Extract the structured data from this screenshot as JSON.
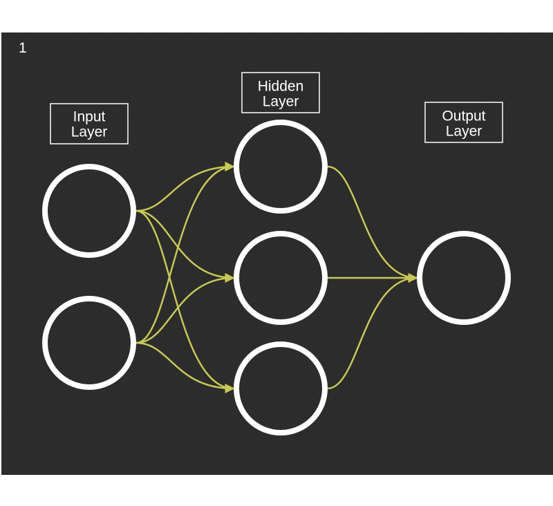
{
  "slide": {
    "number": "1"
  },
  "colors": {
    "background": "#2c2c2c",
    "node_stroke": "#ffffff",
    "edge": "#c9c952",
    "label_border": "#ffffff",
    "text": "#ffffff"
  },
  "labels": {
    "input": [
      "Input",
      "Layer"
    ],
    "hidden": [
      "Hidden",
      "Layer"
    ],
    "output": [
      "Output",
      "Layer"
    ]
  },
  "layers": [
    {
      "id": "input",
      "nodes": 2
    },
    {
      "id": "hidden",
      "nodes": 3
    },
    {
      "id": "output",
      "nodes": 1
    }
  ],
  "connections": [
    {
      "from": "input-0",
      "to": "hidden-0"
    },
    {
      "from": "input-0",
      "to": "hidden-1"
    },
    {
      "from": "input-0",
      "to": "hidden-2"
    },
    {
      "from": "input-1",
      "to": "hidden-0"
    },
    {
      "from": "input-1",
      "to": "hidden-1"
    },
    {
      "from": "input-1",
      "to": "hidden-2"
    },
    {
      "from": "hidden-0",
      "to": "output-0"
    },
    {
      "from": "hidden-1",
      "to": "output-0"
    },
    {
      "from": "hidden-2",
      "to": "output-0"
    }
  ]
}
